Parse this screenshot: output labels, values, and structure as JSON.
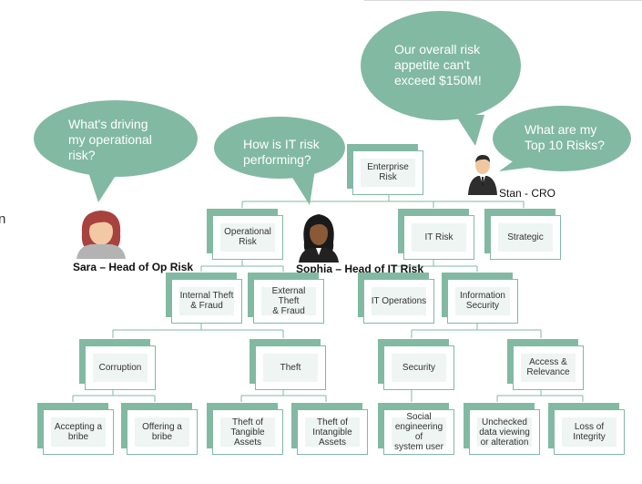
{
  "bubbles": {
    "sara": "What's driving\nmy operational\nrisk?",
    "sophia": "How is IT risk\nperforming?",
    "stan_appetite": "Our overall risk\nappetite can't\nexceed $150M!",
    "stan_top10": "What are my\nTop 10 Risks?"
  },
  "people": {
    "sara": "Sara – Head of Op Risk",
    "sophia": "Sophia – Head of IT Risk",
    "stan": "Stan - CRO"
  },
  "fragment": "n",
  "nodes": {
    "enterprise_risk": "Enterprise Risk",
    "operational_risk": "Operational\nRisk",
    "it_risk": "IT Risk",
    "strategic": "Strategic",
    "internal_theft": "Internal Theft\n& Fraud",
    "external_theft": "External Theft\n& Fraud",
    "it_operations": "IT Operations",
    "information_security": "Information\nSecurity",
    "corruption": "Corruption",
    "theft": "Theft",
    "security": "Security",
    "access_relevance": "Access &\nRelevance",
    "accepting_bribe": "Accepting a\nbribe",
    "offering_bribe": "Offering a\nbribe",
    "theft_tangible": "Theft of\nTangible\nAssets",
    "theft_intangible": "Theft of\nIntangible\nAssets",
    "social_engineering": "Social\nengineering of\nsystem user",
    "unchecked_data": "Unchecked\ndata viewing\nor alteration",
    "loss_integrity": "Loss of\nIntegrity"
  },
  "colors": {
    "accent": "#82b9a3",
    "card_fill": "#eef5f2",
    "text": "#333333"
  }
}
